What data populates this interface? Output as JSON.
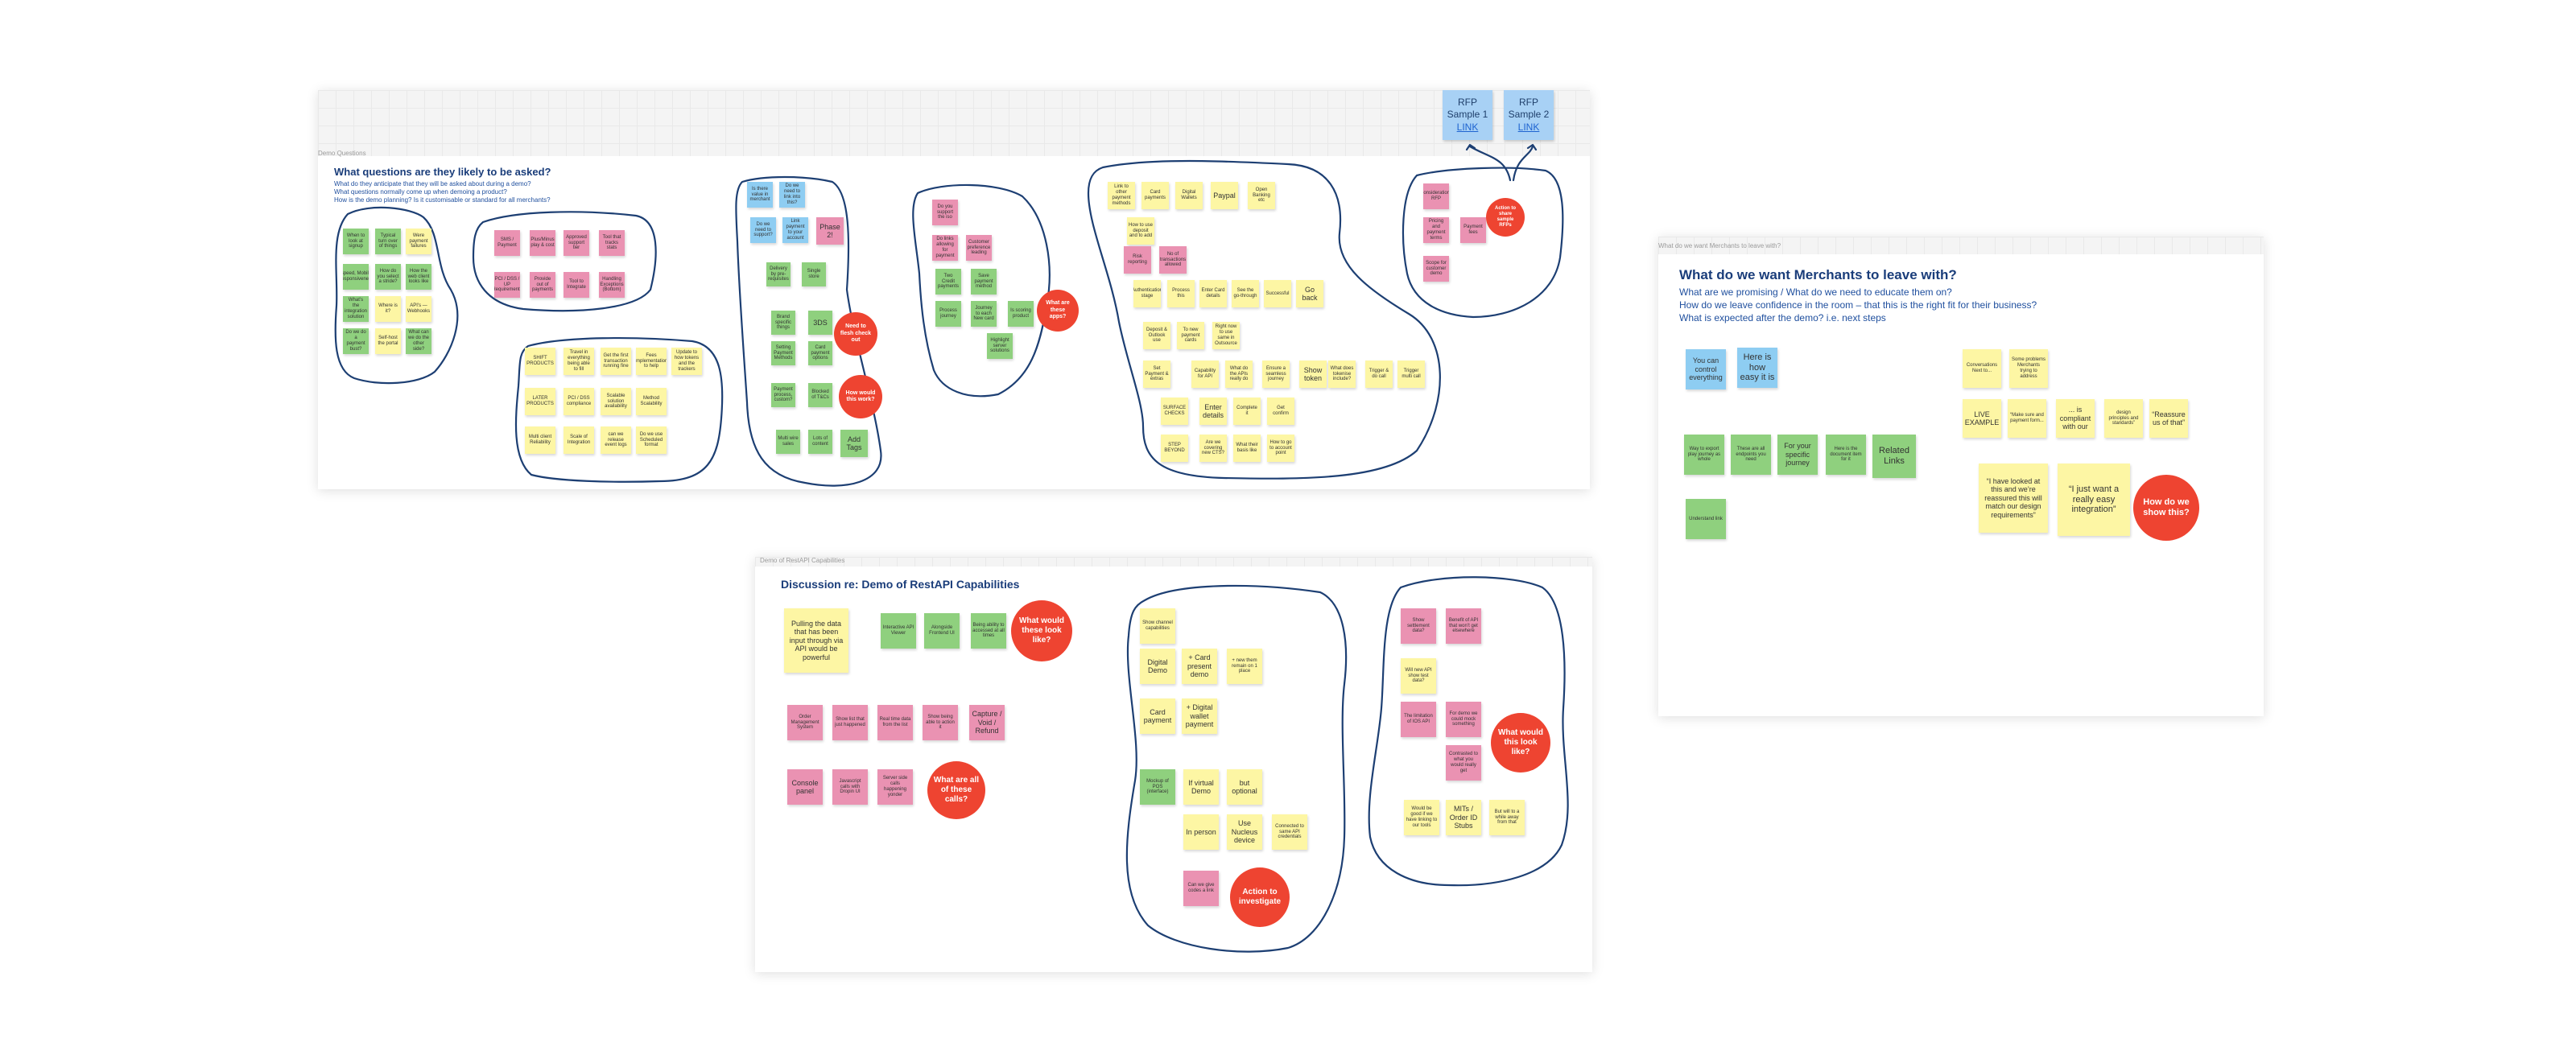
{
  "frames": {
    "f1": {
      "label": "Demo Questions",
      "title": "What questions are they likely to be asked?",
      "subtitle_lines": [
        "What do they anticipate that they will be asked about during a demo?",
        "What questions normally come up when demoing a product?",
        "How is the demo planning? Is it customisable or standard for all merchants?"
      ]
    },
    "f2": {
      "label": "What do we want Merchants to leave with?",
      "title": "What do we want Merchants to leave with?",
      "subtitle_lines": [
        "What are we promising / What do we need to educate them on?",
        "How do we leave confidence in the room – that this is the right fit for their business?",
        "What is expected after the demo? i.e. next steps"
      ]
    },
    "f3": {
      "label": "Demo of RestAPI Capabilities",
      "title": "Discussion re: Demo of RestAPI Capabilities"
    }
  },
  "rfp": [
    {
      "line1": "RFP",
      "line2": "Sample 1",
      "link": "LINK"
    },
    {
      "line1": "RFP",
      "line2": "Sample 2",
      "link": "LINK"
    }
  ],
  "circles": {
    "f1_action_share": "Action to share sample RFPs",
    "f1_need_check": "Need to flesh check out",
    "f1_how_would_work": "How would this work?",
    "f1_what_are_apps": "What are these apps?",
    "f2_how_show": "How do we show this?",
    "f3_what_look": "What would these look like?",
    "f3_what_calls": "What are all of these calls?",
    "f3_action_investigate": "Action to investigate",
    "f3_what_look_2": "What would this look like?"
  },
  "stickies": {
    "f1_c1": [
      "When to look at signup",
      "Typical turn over of things",
      "Were payment failures",
      "Speed, Mobile Responsiveness",
      "How do you select a stride?",
      "How the web client looks like",
      "What’s the integration solution",
      "Where is it?",
      "API's — Webhooks",
      "Do we do a payment bust?",
      "Self-host the portal",
      "What can we do the other side?"
    ],
    "f1_c2": [
      "SMS / Payment",
      "Plus/Minus play & cost",
      "Approved support tier",
      "Tool that tracks stats",
      "PCI / DSS / UP Requirements",
      "Provide out of payments",
      "Tool to Integrate",
      "Handling Exceptions (Bottom)"
    ],
    "f1_c3": [
      "SHIFT PRODUCTS",
      "Travel in everything being able to fill",
      "Get the first transaction running fine",
      "Fees implementation to help",
      "Update to how tokens and the trackers",
      "LATER PRODUCTS",
      "PCI / DSS compliance",
      "Scalable solution availability",
      "Method Scalability",
      "Multi client Reliability",
      "Scale of Integration",
      "can we release event logs",
      "Do we use Scheduled format"
    ],
    "f1_c4_blue": [
      "Is there value in merchant",
      "Do we need to link into this?",
      "Do we need to support?",
      "Link payment to your account"
    ],
    "f1_c4": [
      "Phase 2!",
      "Delivery by pre-requisites",
      "Single store",
      "3DS",
      "Brand specific things",
      "Setting Payment Methods",
      "Card payment options",
      "Payment process, custom?",
      "Blocked of T&Cs",
      "Multi wire sales",
      "Lots of content",
      "Add Tags"
    ],
    "f1_c5": [
      "Do you support the iso",
      "Do links allowing for payment",
      "Customer preference leading",
      "Two Credit payments",
      "Save payment method",
      "Process journey",
      "Journey to each New card",
      "Is scoring product",
      "Highlight server solutions"
    ],
    "f1_c6": [
      "Link to other payment methods",
      "Card payments",
      "Digital Wallets",
      "Paypal",
      "Open Banking etc",
      "How to use deposit and to add",
      "Risk reporting",
      "No of transactions allowed",
      "Authentication stage",
      "Process this",
      "Enter Card details",
      "See the go-through",
      "Successful",
      "Go back",
      "Deposit & Outlook use",
      "To new payment cards",
      "Right now to use same in Outsource",
      "Set Payment & extras",
      "Capability for API",
      "What do the APIs really do",
      "Ensure a seamless journey",
      "Show token",
      "What does tokenise include?",
      "Trigger & do call",
      "Trigger multi call",
      "SURFACE CHECKS",
      "Enter details",
      "Complete it",
      "Get confirm",
      "STEP BEYOND",
      "Are we covering new CTS?",
      "What their basis like",
      "How to go to account point"
    ],
    "f1_c7": [
      "Considerations RFP",
      "Pricing and payment terms",
      "Payment fees",
      "Scope for customer demo"
    ],
    "f2": [
      "You can control everything",
      "Here is how easy it is",
      "Way to export play journey as whole",
      "These are all endpoints you need",
      "For your specific journey",
      "Here is the document item for it",
      "Related Links",
      "Understand link",
      "Conversations Next to...",
      "Some problems Merchants trying to address",
      "LIVE EXAMPLE",
      "“Make sure and payment form...",
      "... is compliant with our",
      "design principles and standards”",
      "“Reassure us of that”",
      "“I have looked at this and we’re reassured this will match our design requirements”",
      "“I just want a really easy integration”"
    ],
    "f3_a": [
      "Pulling the data that has been input through via API would be powerful",
      "Interactive API Viewer",
      "Alongside Frontend UI",
      "Being ability to accessed at all times"
    ],
    "f3_b": [
      "Order Management System",
      "Show list that just happened",
      "Real time data from the list",
      "Show being able to action it",
      "Capture / Void / Refund",
      "Console panel",
      "Javascript calls with Dropin UI",
      "Server side calls happening yonder"
    ],
    "f3_c": [
      "Show channel capabilities",
      "Digital Demo",
      "+ Card present demo",
      "+ new them remain on 1 place",
      "Card payment",
      "+ Digital wallet payment",
      "Mockup of POS (interface)",
      "If virtual Demo",
      "but optional",
      "In person",
      "Use Nucleus device",
      "Connected to same API credentials",
      "Can we give codes a link"
    ],
    "f3_d": [
      "Show settlement data?",
      "Benefit of API that won’t get elsewhere",
      "Will new API show test data?",
      "The limitation of IOS API",
      "For demo we could mock something",
      "Contrasted to what you would really get",
      "Would be good if we have linking to our tools",
      "MITs / Order ID Stubs",
      "But will to a while away from that"
    ]
  }
}
